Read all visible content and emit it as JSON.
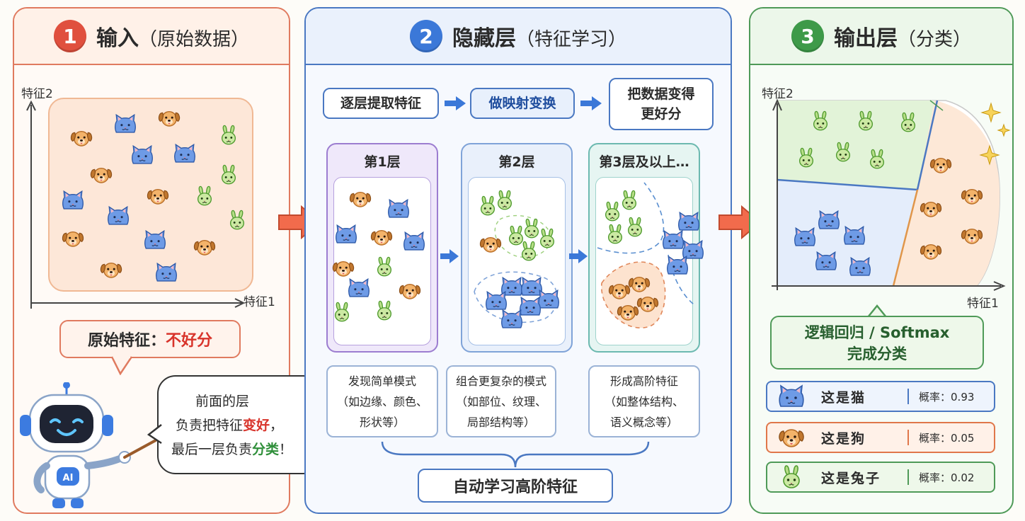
{
  "colors": {
    "input": "#e07a5f",
    "hidden": "#4a78c2",
    "output": "#4f9a58",
    "highlight_red": "#d8342b",
    "highlight_green": "#2f8f3a"
  },
  "icons": {
    "cat": "cat-face-icon",
    "dog": "dog-face-icon",
    "rabbit": "rabbit-face-icon",
    "robot": "robot-icon",
    "sparkle": "sparkle-icon"
  },
  "panel1": {
    "number": "1",
    "title": "输入",
    "subtitle": "（原始数据）",
    "axis_y": "特征2",
    "axis_x": "特征1",
    "callout_prefix": "原始特征：",
    "callout_highlight": "不好分",
    "speech": {
      "line1": "前面的层",
      "line2_pre": "负责把特征",
      "line2_hl": "变好",
      "line2_post": "，",
      "line3_pre": "最后一层负责",
      "line3_hl": "分类",
      "line3_post": "！"
    },
    "robot_badge": "AI"
  },
  "panel2": {
    "number": "2",
    "title": "隐藏层",
    "subtitle": "（特征学习）",
    "flow": {
      "step1": "逐层提取特征",
      "step2": "做映射变换",
      "step3_line1": "把数据变得",
      "step3_line2": "更好分"
    },
    "layers": [
      {
        "title": "第1层",
        "desc_line1": "发现简单模式",
        "desc_line2": "（如边缘、颜色、",
        "desc_line3": "形状等）"
      },
      {
        "title": "第2层",
        "desc_line1": "组合更复杂的模式",
        "desc_line2": "（如部位、纹理、",
        "desc_line3": "局部结构等）"
      },
      {
        "title": "第3层及以上…",
        "desc_line1": "形成高阶特征",
        "desc_line2": "（如整体结构、",
        "desc_line3": "语义概念等）"
      }
    ],
    "summary": "自动学习高阶特征"
  },
  "panel3": {
    "number": "3",
    "title": "输出层",
    "subtitle": "（分类）",
    "axis_y": "特征2",
    "axis_x": "特征1",
    "classifier_line1": "逻辑回归 / Softmax",
    "classifier_line2": "完成分类",
    "results": [
      {
        "label": "这是猫",
        "prob_label": "概率：",
        "prob": "0.93"
      },
      {
        "label": "这是狗",
        "prob_label": "概率：",
        "prob": "0.05"
      },
      {
        "label": "这是兔子",
        "prob_label": "概率：",
        "prob": "0.02"
      }
    ]
  }
}
